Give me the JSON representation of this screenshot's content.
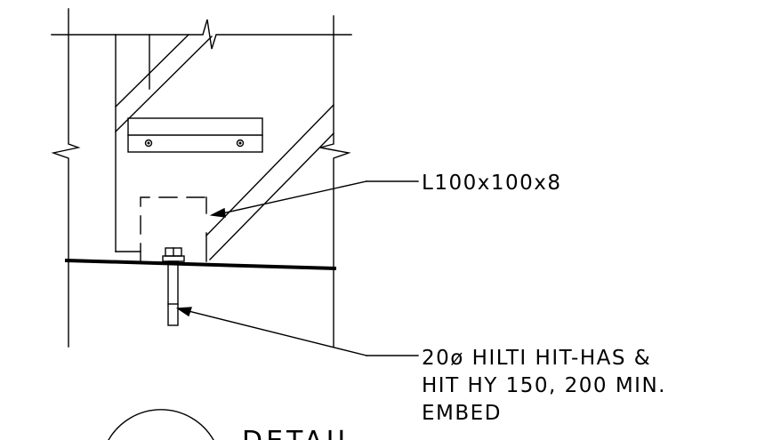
{
  "callouts": {
    "angle": {
      "lines": [
        "L100x100x8"
      ]
    },
    "anchor": {
      "lines": [
        "20ø HILTI HIT-HAS &",
        "HIT HY 150, 200 MIN.",
        "EMBED"
      ]
    }
  },
  "detail_title": {
    "text": "DETAIL"
  }
}
